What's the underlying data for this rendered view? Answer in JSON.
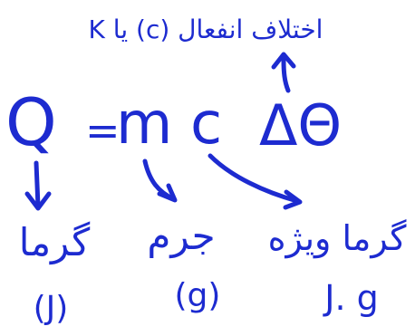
{
  "caption_top": "K يا (c) اختلاف انفعال",
  "formula": {
    "Q": "Q",
    "equals": "=",
    "m": "m",
    "c": "c",
    "delta_theta": "ΔΘ"
  },
  "labels": {
    "Q": {
      "arabic": "گرما",
      "unit": "(J)"
    },
    "m": {
      "arabic": "جرم",
      "unit": "(g)"
    },
    "c": {
      "arabic": "گرما ویژه",
      "unit": "J. g"
    }
  },
  "colors": {
    "ink": "#1d2bd0",
    "background": "#ffffff"
  }
}
